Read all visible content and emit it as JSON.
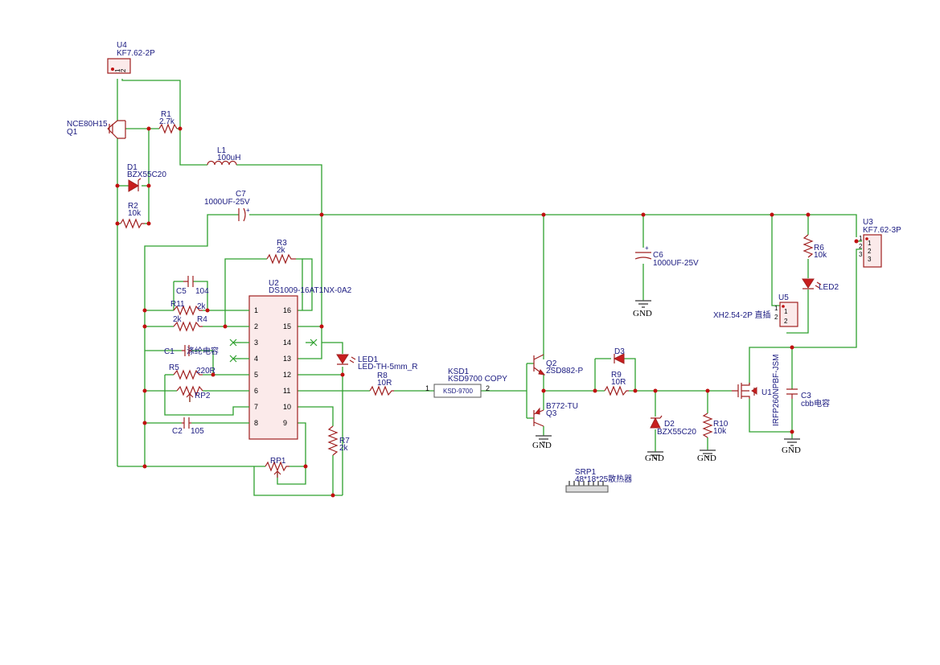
{
  "components": {
    "U4": {
      "ref": "U4",
      "value": "KF7.62-2P",
      "pin1": "1",
      "pin2": "2"
    },
    "Q1": {
      "ref": "Q1",
      "value": "NCE80H15"
    },
    "R1": {
      "ref": "R1",
      "value": "2.7k"
    },
    "D1": {
      "ref": "D1",
      "value": "BZX55C20"
    },
    "R2": {
      "ref": "R2",
      "value": "10k"
    },
    "L1": {
      "ref": "L1",
      "value": "100uH"
    },
    "C7": {
      "ref": "C7",
      "value": "1000UF-25V"
    },
    "R3": {
      "ref": "R3",
      "value": "2k"
    },
    "U2": {
      "ref": "U2",
      "value": "DS1009-16AT1NX-0A2"
    },
    "C5": {
      "ref": "C5",
      "value": "104"
    },
    "R11": {
      "ref": "R11",
      "value": "2k"
    },
    "R4": {
      "ref": "R4",
      "value": "2k"
    },
    "C1": {
      "ref": "C1",
      "value": "涤纶电容"
    },
    "R5": {
      "ref": "R5",
      "value": "220R"
    },
    "RP2": {
      "ref": "RP2"
    },
    "C2": {
      "ref": "C2",
      "value": "105"
    },
    "RP1": {
      "ref": "RP1"
    },
    "R7": {
      "ref": "R7",
      "value": "2k"
    },
    "LED1": {
      "ref": "LED1",
      "value": "LED-TH-5mm_R"
    },
    "R8": {
      "ref": "R8",
      "value": "10R"
    },
    "KSD1": {
      "ref": "KSD1",
      "value": "KSD9700 COPY",
      "body": "KSD-9700",
      "pin1": "1",
      "pin2": "2"
    },
    "Q2": {
      "ref": "Q2",
      "value": "2SD882-P"
    },
    "Q3": {
      "ref": "Q3",
      "value": "B772-TU"
    },
    "D3": {
      "ref": "D3"
    },
    "R9": {
      "ref": "R9",
      "value": "10R"
    },
    "D2": {
      "ref": "D2",
      "value": "BZX55C20"
    },
    "R10": {
      "ref": "R10",
      "value": "10k"
    },
    "U1": {
      "ref": "U1",
      "value": "IRFP260NPBF-JSM"
    },
    "C3": {
      "ref": "C3",
      "value": "cbb电容"
    },
    "C6": {
      "ref": "C6",
      "value": "1000UF-25V"
    },
    "R6": {
      "ref": "R6",
      "value": "10k"
    },
    "LED2": {
      "ref": "LED2"
    },
    "U5": {
      "ref": "U5",
      "value": "XH2.54-2P 直插",
      "pin1": "1",
      "pin2": "2"
    },
    "U3": {
      "ref": "U3",
      "value": "KF7.62-3P",
      "pin1": "1",
      "pin2": "2",
      "pin3": "3"
    },
    "SRP1": {
      "ref": "SRP1",
      "value": "48*18*25散热器"
    }
  },
  "u2_pins": {
    "left": [
      "1",
      "2",
      "3",
      "4",
      "5",
      "6",
      "7",
      "8"
    ],
    "right": [
      "16",
      "15",
      "14",
      "13",
      "12",
      "11",
      "10",
      "9"
    ]
  },
  "gnd_label": "GND",
  "colors": {
    "wire": "#2ea02e",
    "component": "#a02020",
    "junction": "#c01010",
    "ic_fill": "#fbeaea",
    "label": "#1a1a80"
  }
}
